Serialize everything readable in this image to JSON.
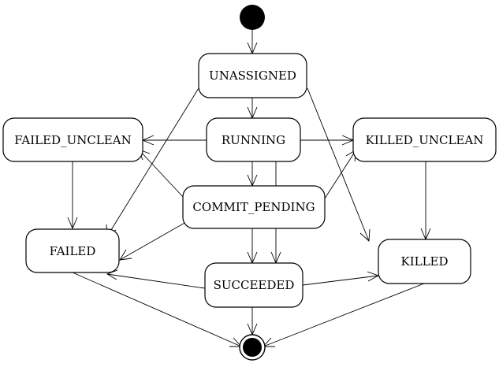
{
  "diagram": {
    "states": {
      "unassigned": "UNASSIGNED",
      "failed_unclean": "FAILED_UNCLEAN",
      "running": "RUNNING",
      "killed_unclean": "KILLED_UNCLEAN",
      "commit_pending": "COMMIT_PENDING",
      "failed": "FAILED",
      "killed": "KILLED",
      "succeeded": "SUCCEEDED"
    },
    "transitions": [
      {
        "from": "initial",
        "to": "unassigned"
      },
      {
        "from": "unassigned",
        "to": "running"
      },
      {
        "from": "unassigned",
        "to": "failed"
      },
      {
        "from": "unassigned",
        "to": "killed"
      },
      {
        "from": "running",
        "to": "failed_unclean"
      },
      {
        "from": "running",
        "to": "killed_unclean"
      },
      {
        "from": "running",
        "to": "commit_pending"
      },
      {
        "from": "running",
        "to": "succeeded"
      },
      {
        "from": "commit_pending",
        "to": "failed_unclean"
      },
      {
        "from": "commit_pending",
        "to": "killed_unclean"
      },
      {
        "from": "commit_pending",
        "to": "failed"
      },
      {
        "from": "commit_pending",
        "to": "succeeded"
      },
      {
        "from": "failed_unclean",
        "to": "failed"
      },
      {
        "from": "killed_unclean",
        "to": "killed"
      },
      {
        "from": "succeeded",
        "to": "failed"
      },
      {
        "from": "succeeded",
        "to": "killed"
      },
      {
        "from": "succeeded",
        "to": "final"
      },
      {
        "from": "failed",
        "to": "final"
      },
      {
        "from": "killed",
        "to": "final"
      }
    ]
  }
}
